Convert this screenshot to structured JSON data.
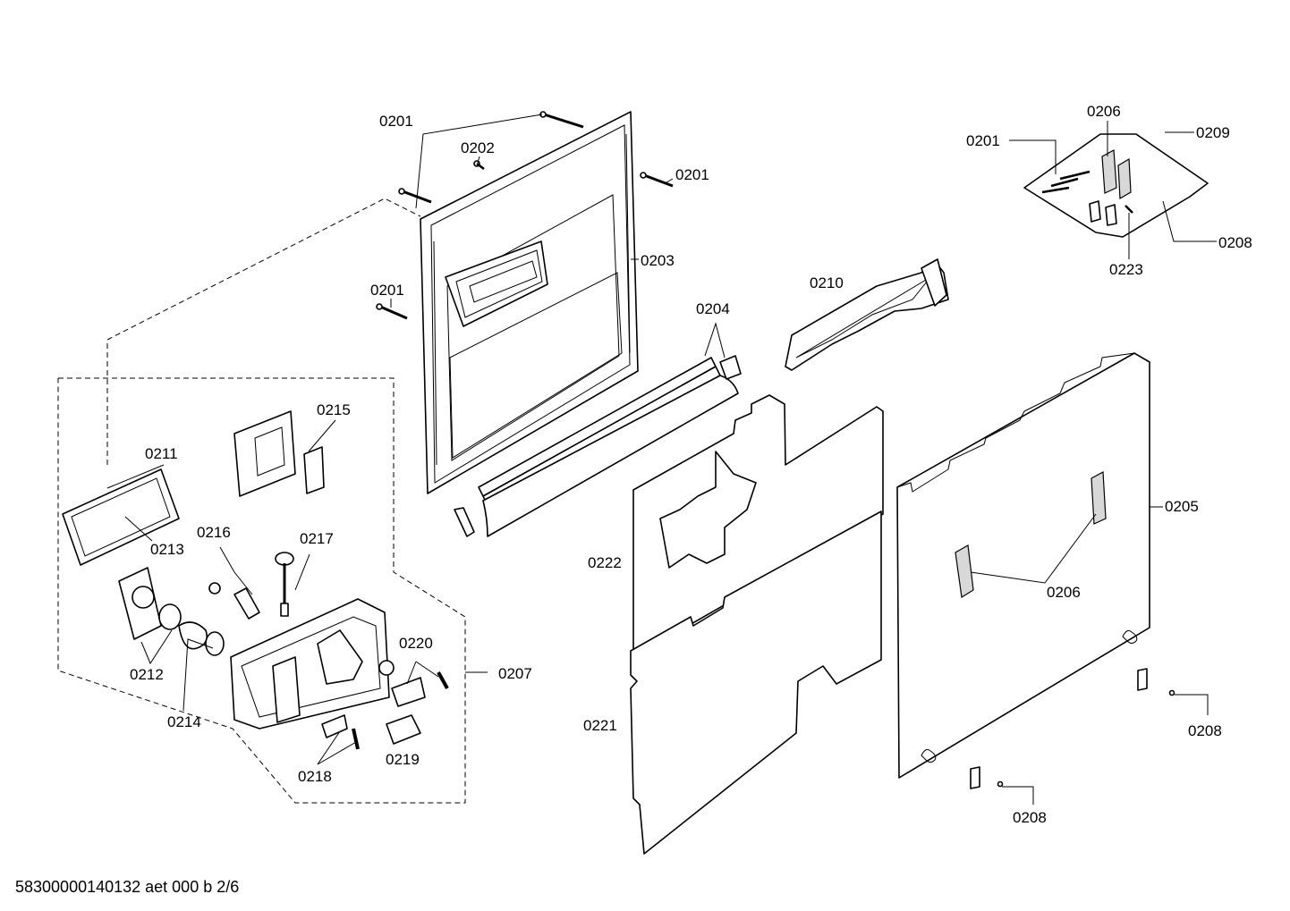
{
  "diagram": {
    "footer": "58300000140132 aet 000 b 2/6",
    "labels": {
      "p0201": "0201",
      "p0202": "0202",
      "p0203": "0203",
      "p0204": "0204",
      "p0205": "0205",
      "p0206": "0206",
      "p0207": "0207",
      "p0208": "0208",
      "p0209": "0209",
      "p0210": "0210",
      "p0211": "0211",
      "p0212": "0212",
      "p0213": "0213",
      "p0214": "0214",
      "p0215": "0215",
      "p0216": "0216",
      "p0217": "0217",
      "p0218": "0218",
      "p0219": "0219",
      "p0220": "0220",
      "p0221": "0221",
      "p0222": "0222",
      "p0223": "0223"
    }
  }
}
